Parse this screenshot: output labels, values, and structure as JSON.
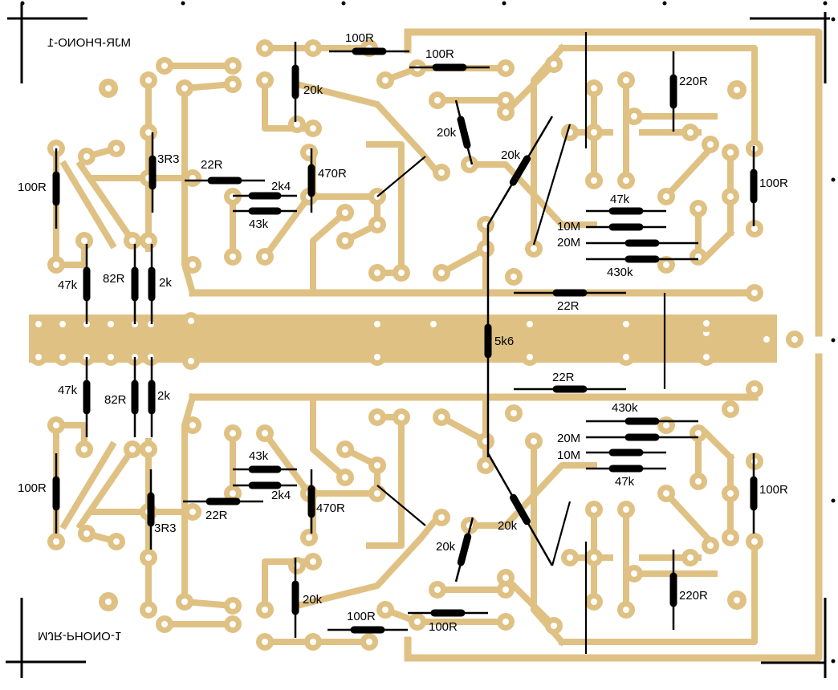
{
  "board": {
    "title_top": "MJR-PHONO-1",
    "title_bottom": "MJR-PHONO-1",
    "title_mirrored": true,
    "colors": {
      "copper": "#dfc184",
      "background": "#ffffff",
      "component": "#000000"
    }
  },
  "resistors": {
    "top": [
      {
        "id": "r-top-100r-left",
        "label": "100R"
      },
      {
        "id": "r-top-3r3",
        "label": "3R3"
      },
      {
        "id": "r-top-22r-left",
        "label": "22R"
      },
      {
        "id": "r-top-2k4",
        "label": "2k4"
      },
      {
        "id": "r-top-43k",
        "label": "43k"
      },
      {
        "id": "r-top-470r",
        "label": "470R"
      },
      {
        "id": "r-top-20k-a",
        "label": "20k"
      },
      {
        "id": "r-top-100r-a",
        "label": "100R"
      },
      {
        "id": "r-top-100r-b",
        "label": "100R"
      },
      {
        "id": "r-top-20k-b",
        "label": "20k"
      },
      {
        "id": "r-top-20k-c",
        "label": "20k"
      },
      {
        "id": "r-top-220r",
        "label": "220R"
      },
      {
        "id": "r-top-100r-right",
        "label": "100R"
      },
      {
        "id": "r-top-47k-right",
        "label": "47k"
      },
      {
        "id": "r-top-10m",
        "label": "10M"
      },
      {
        "id": "r-top-20m",
        "label": "20M"
      },
      {
        "id": "r-top-430k",
        "label": "430k"
      },
      {
        "id": "r-top-22r-right",
        "label": "22R"
      },
      {
        "id": "r-top-47k-left",
        "label": "47k"
      },
      {
        "id": "r-top-82r",
        "label": "82R"
      },
      {
        "id": "r-top-2k",
        "label": "2k"
      }
    ],
    "center": [
      {
        "id": "r-center-5k6",
        "label": "5k6"
      }
    ],
    "bottom": [
      {
        "id": "r-bot-47k-left",
        "label": "47k"
      },
      {
        "id": "r-bot-82r",
        "label": "82R"
      },
      {
        "id": "r-bot-2k",
        "label": "2k"
      },
      {
        "id": "r-bot-22r-right",
        "label": "22R"
      },
      {
        "id": "r-bot-430k",
        "label": "430k"
      },
      {
        "id": "r-bot-20m",
        "label": "20M"
      },
      {
        "id": "r-bot-10m",
        "label": "10M"
      },
      {
        "id": "r-bot-47k-right",
        "label": "47k"
      },
      {
        "id": "r-bot-100r-right",
        "label": "100R"
      },
      {
        "id": "r-bot-43k",
        "label": "43k"
      },
      {
        "id": "r-bot-2k4",
        "label": "2k4"
      },
      {
        "id": "r-bot-470r",
        "label": "470R"
      },
      {
        "id": "r-bot-100r-left",
        "label": "100R"
      },
      {
        "id": "r-bot-22r-left",
        "label": "22R"
      },
      {
        "id": "r-bot-3r3",
        "label": "3R3"
      },
      {
        "id": "r-bot-20k-c",
        "label": "20k"
      },
      {
        "id": "r-bot-20k-b",
        "label": "20k"
      },
      {
        "id": "r-bot-20k-a",
        "label": "20k"
      },
      {
        "id": "r-bot-220r",
        "label": "220R"
      },
      {
        "id": "r-bot-100r-a",
        "label": "100R"
      },
      {
        "id": "r-bot-100r-b",
        "label": "100R"
      }
    ]
  }
}
